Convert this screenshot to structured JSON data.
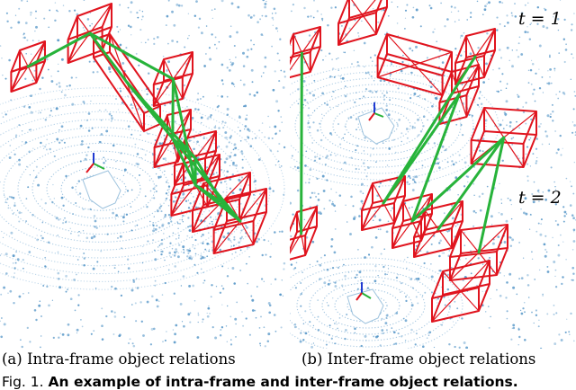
{
  "panel_a": {
    "caption": "(a) Intra-frame object relations"
  },
  "panel_b": {
    "caption": "(b) Inter-frame object relations",
    "t1": "t = 1",
    "t2": "t = 2"
  },
  "figure": {
    "label": "Fig. 1.",
    "caption_bold": "An example of intra-frame and inter-frame object relations."
  },
  "colors": {
    "box": "#e0141e",
    "relation": "#27b33a",
    "points": "#4a8fc4",
    "background": "#ffffff"
  }
}
